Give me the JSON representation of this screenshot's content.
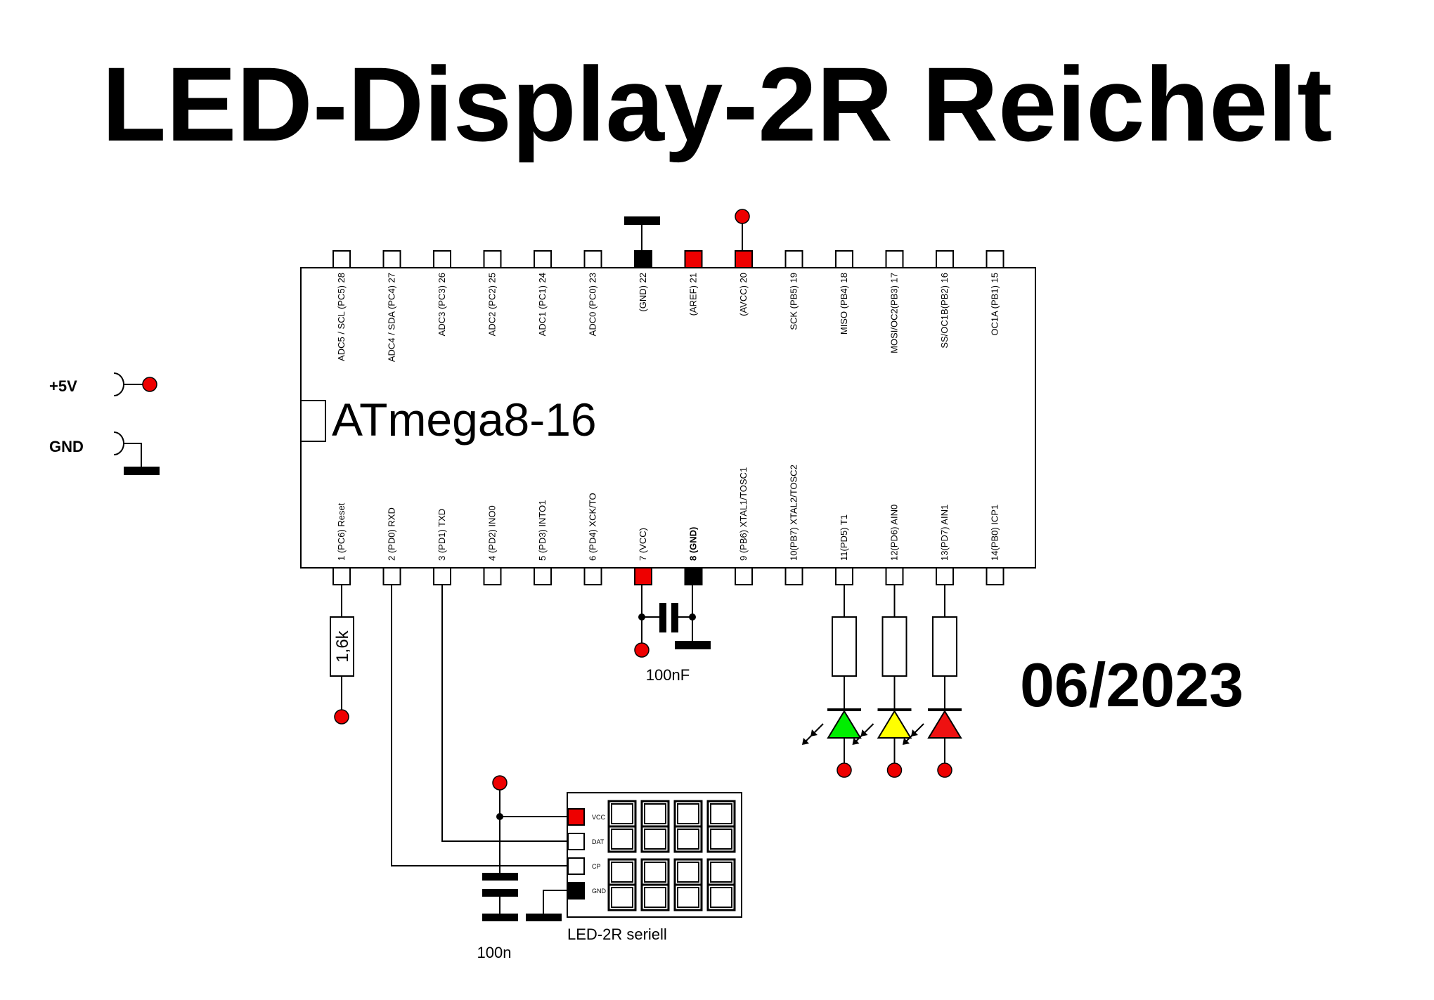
{
  "title": "LED-Display-2R Reichelt",
  "date": "06/2023",
  "supply": {
    "vcc_label": "+5V",
    "gnd_label": "GND"
  },
  "mcu": {
    "name": "ATmega8-16",
    "top_pins": [
      {
        "label": "ADC5 / SCL (PC5) 28",
        "state": "open"
      },
      {
        "label": "ADC4 / SDA (PC4) 27",
        "state": "open"
      },
      {
        "label": "ADC3 (PC3) 26",
        "state": "open"
      },
      {
        "label": "ADC2 (PC2) 25",
        "state": "open"
      },
      {
        "label": "ADC1 (PC1) 24",
        "state": "open"
      },
      {
        "label": "ADC0 (PC0) 23",
        "state": "open"
      },
      {
        "label": "(GND) 22",
        "state": "gnd"
      },
      {
        "label": "(AREF) 21",
        "state": "vcc"
      },
      {
        "label": "(AVCC) 20",
        "state": "vcc"
      },
      {
        "label": "SCK (PB5) 19",
        "state": "open"
      },
      {
        "label": "MISO (PB4) 18",
        "state": "open"
      },
      {
        "label": "MOSI/OC2(PB3) 17",
        "state": "open"
      },
      {
        "label": "SS/OC1B(PB2) 16",
        "state": "open"
      },
      {
        "label": "OC1A (PB1) 15",
        "state": "open"
      }
    ],
    "bottom_pins": [
      {
        "label": "1 (PC6) Reset",
        "state": "open"
      },
      {
        "label": "2 (PD0) RXD",
        "state": "open"
      },
      {
        "label": "3 (PD1) TXD",
        "state": "open"
      },
      {
        "label": "4 (PD2) INO0",
        "state": "open"
      },
      {
        "label": "5 (PD3) INTO1",
        "state": "open"
      },
      {
        "label": "6 (PD4) XCK/TO",
        "state": "open"
      },
      {
        "label": "7 (VCC)",
        "state": "vcc"
      },
      {
        "label": "8 (GND)",
        "state": "gnd"
      },
      {
        "label": "9 (PB6) XTAL1/TOSC1",
        "state": "open"
      },
      {
        "label": "10(PB7) XTAL2/TOSC2",
        "state": "open"
      },
      {
        "label": "11(PD5) T1",
        "state": "open"
      },
      {
        "label": "12(PD6) AIN0",
        "state": "open"
      },
      {
        "label": "13(PD7) AIN1",
        "state": "open"
      },
      {
        "label": "14(PB0) ICP1",
        "state": "open"
      }
    ]
  },
  "resistor_label": "1,6k",
  "cap_mcu_label": "100nF",
  "cap_display_label": "100n",
  "display": {
    "name": "LED-2R seriell",
    "pins": [
      "VCC",
      "DAT",
      "CP",
      "GND"
    ]
  },
  "leds": [
    {
      "color": "#00ee00"
    },
    {
      "color": "#ffff00"
    },
    {
      "color": "#ee1111"
    }
  ],
  "colors": {
    "vcc_red": "#ee0000",
    "gnd_black": "#000000",
    "line": "#000000"
  }
}
